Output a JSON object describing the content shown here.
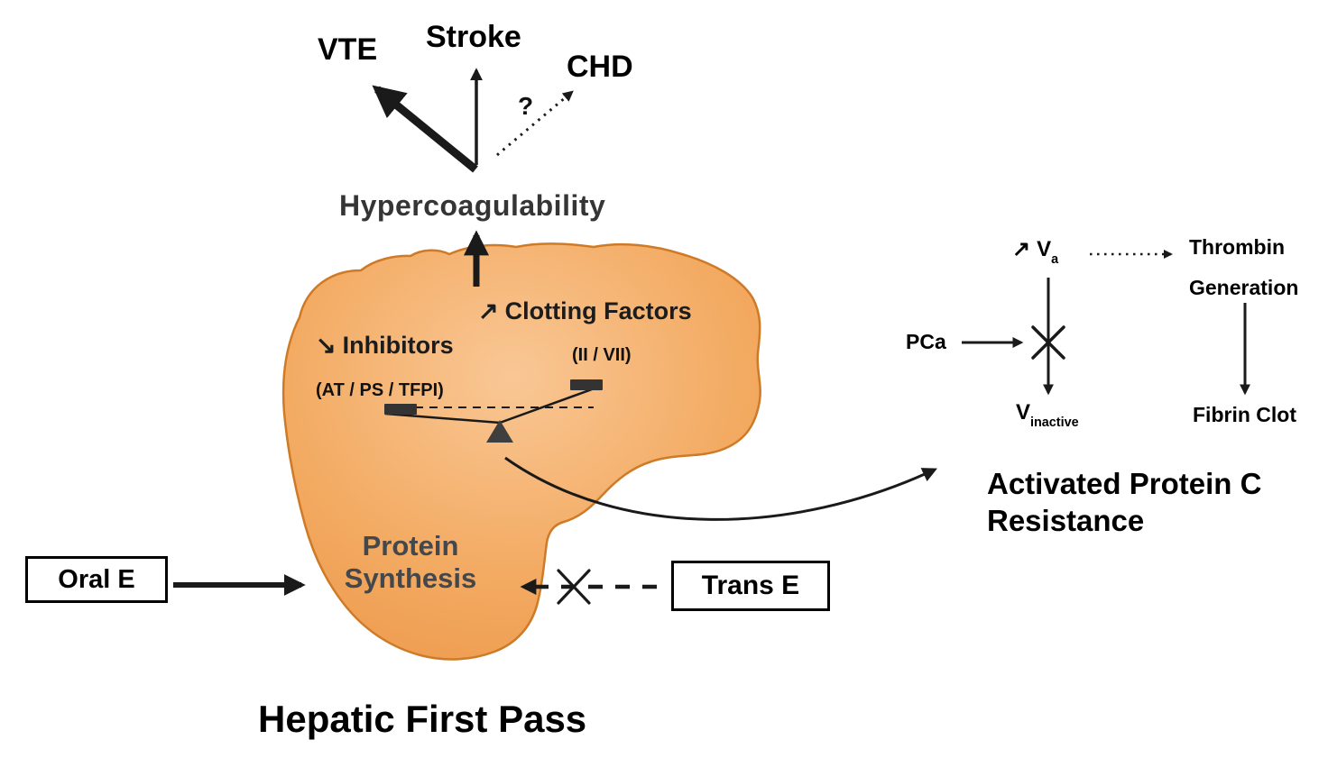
{
  "caption": "Hepatic First Pass",
  "colors": {
    "liver_fill_light": "#f9c795",
    "liver_fill_dark": "#ec9748",
    "liver_stroke": "#cf7a26",
    "arrow": "#1a1a1a",
    "balance": "#3a3a3a",
    "muted_text": "#44474c"
  },
  "outcomes": {
    "vte": "VTE",
    "stroke": "Stroke",
    "chd": "CHD",
    "uncertainty": "?"
  },
  "hypercoagulability_label": "Hypercoagulability",
  "liver": {
    "increase_icon": "↗",
    "decrease_icon": "↘",
    "clotting_factors": "Clotting Factors",
    "clotting_factors_detail": "(II / VII)",
    "inhibitors": "Inhibitors",
    "inhibitors_detail": "(AT / PS / TFPI)",
    "protein_line1": "Protein",
    "protein_line2": "Synthesis"
  },
  "estrogen": {
    "oral_label": "Oral E",
    "trans_label": "Trans E"
  },
  "apc": {
    "increase_icon": "↗",
    "va_base": "V",
    "va_sub": "a",
    "thrombin_line1": "Thrombin",
    "thrombin_line2": "Generation",
    "pca_label": "PCa",
    "v_inactive_base": "V",
    "v_inactive_sub": "inactive",
    "fibrin_label": "Fibrin Clot",
    "title_line1": "Activated Protein C",
    "title_line2": "Resistance"
  }
}
